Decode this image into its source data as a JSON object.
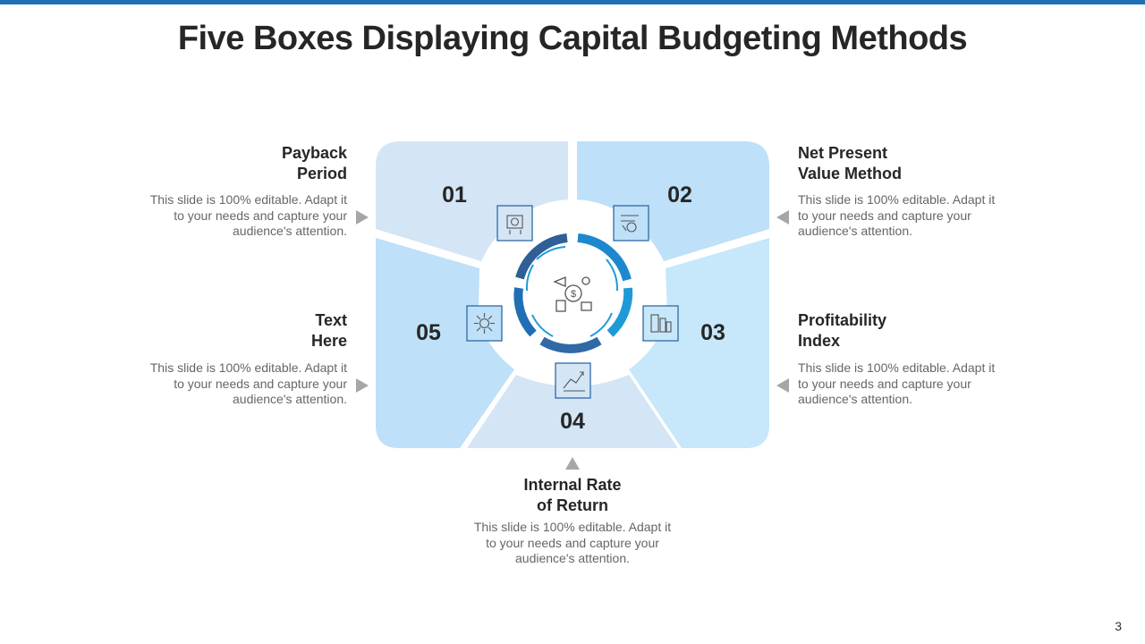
{
  "title": "Five Boxes Displaying Capital Budgeting Methods",
  "page_number": "3",
  "colors": {
    "accent": "#1f6fb5",
    "box_pale": "#d4e5f5",
    "box_light": "#bee0f8",
    "box_lighter": "#c7e7fa",
    "ring_dark": "#2f6aa6",
    "ring_light": "#1e9bd7"
  },
  "boxes": [
    {
      "number": "01",
      "heading_line1": "Payback",
      "heading_line2": "Period",
      "desc_line1": "This slide is 100% editable. Adapt it",
      "desc_line2": "to your needs and capture your",
      "desc_line3": "audience's attention.",
      "icon": "budget-box-icon"
    },
    {
      "number": "02",
      "heading_line1": "Net Present",
      "heading_line2": "Value Method",
      "desc_line1": "This slide is 100% editable. Adapt it",
      "desc_line2": "to your needs and capture your",
      "desc_line3": "audience's attention.",
      "icon": "money-flow-icon"
    },
    {
      "number": "03",
      "heading_line1": "Profitability",
      "heading_line2": "Index",
      "desc_line1": "This slide is 100% editable. Adapt it",
      "desc_line2": "to your needs and capture your",
      "desc_line3": "audience's attention.",
      "icon": "calculator-bars-icon"
    },
    {
      "number": "04",
      "heading_line1": "Internal Rate",
      "heading_line2": "of Return",
      "desc_line1": "This slide is 100% editable. Adapt it",
      "desc_line2": "to your needs and capture your",
      "desc_line3": "audience's attention.",
      "icon": "growth-chart-icon"
    },
    {
      "number": "05",
      "heading_line1": "Text",
      "heading_line2": "Here",
      "desc_line1": "This slide is 100% editable. Adapt it",
      "desc_line2": "to your needs and capture your",
      "desc_line3": "audience's attention.",
      "icon": "network-coin-icon"
    }
  ],
  "center_icon": "capital-budgeting-icon"
}
